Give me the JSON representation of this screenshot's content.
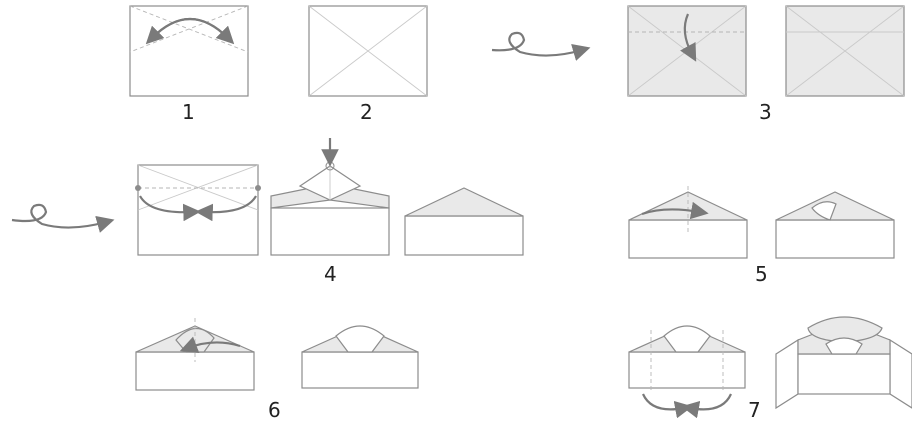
{
  "steps": [
    {
      "label": "1"
    },
    {
      "label": "2"
    },
    {
      "label": "3"
    },
    {
      "label": "4"
    },
    {
      "label": "5"
    },
    {
      "label": "6"
    },
    {
      "label": "7"
    }
  ],
  "icons": {
    "turn_over": "turn-over-loop-arrow",
    "fold_arrow": "curved-fold-arrow",
    "push_arrow": "push-down-arrow"
  },
  "colors": {
    "paper_white": "#ffffff",
    "paper_shaded": "#e9e9e9",
    "outline": "#8c8c8c",
    "arrow": "#7a7a7a"
  }
}
